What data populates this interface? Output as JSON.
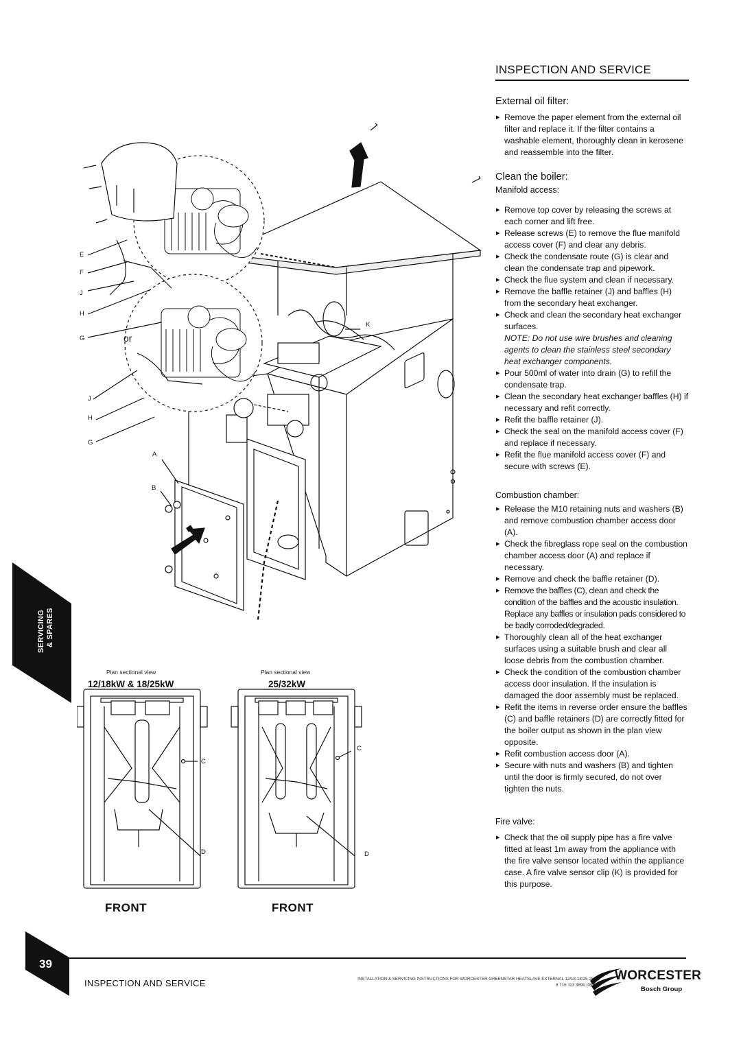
{
  "header": {
    "title": "INSPECTION AND SERVICE"
  },
  "external_filter": {
    "heading": "External oil filter:",
    "steps": [
      "Remove the paper element from the external oil filter and replace it. If the filter contains a washable element, thoroughly clean in kerosene and reassemble into the filter."
    ]
  },
  "clean_boiler": {
    "heading": "Clean the boiler:",
    "manifold": {
      "heading": "Manifold access:",
      "steps": [
        "Remove top cover by releasing the screws at each corner and lift free.",
        "Release screws (E) to remove the flue manifold access cover (F) and clear any debris.",
        "Check the condensate route (G) is clear and clean the condensate trap and pipework.",
        "Check the flue system and clean if necessary.",
        "Remove the baffle retainer (J) and baffles (H) from the secondary heat exchanger.",
        "Check and clean the secondary heat exchanger surfaces."
      ],
      "note": "NOTE: Do not use wire brushes and cleaning agents to clean the stainless steel secondary heat exchanger components.",
      "steps2": [
        "Pour 500ml of water into drain (G) to refill the condensate trap.",
        "Clean the secondary heat exchanger baffles (H) if necessary and refit correctly.",
        "Refit the baffle retainer (J).",
        "Check the seal on the manifold access cover (F) and replace if necessary.",
        "Refit the flue manifold access cover (F) and secure with screws (E)."
      ]
    },
    "combustion": {
      "heading": "Combustion chamber:",
      "steps": [
        "Release the M10 retaining nuts and washers (B) and remove combustion chamber access door (A).",
        "Check the fibreglass rope seal on the combustion chamber access door (A) and replace if necessary.",
        "Remove and check the baffle retainer (D).",
        "Remove the baffles (C), clean and check the condition of the baffles and the acoustic insulation. Replace any baffles or insulation pads considered to be badly corroded/degraded.",
        "Thoroughly clean all of the heat exchanger surfaces using a suitable brush and clear all loose debris from the combustion chamber.",
        "Check the condition of the combustion chamber access door insulation. If the insulation is damaged the door assembly must be replaced.",
        "Refit the items in reverse order ensure the baffles (C) and baffle retainers (D) are correctly fitted for the boiler output as shown in the plan view opposite.",
        "Refit combustion access door (A).",
        "Secure with nuts and washers (B) and tighten until the door is firmly secured, do not over tighten the nuts."
      ]
    },
    "fire_valve": {
      "heading": "Fire valve:",
      "steps": [
        "Check that the oil supply pipe has a fire valve fitted at least 1m away from the appliance with the fire valve sensor located within the appliance case. A fire valve sensor clip (K) is provided for this purpose."
      ]
    }
  },
  "figure": {
    "labels": {
      "E": "E",
      "F": "F",
      "J": "J",
      "H": "H",
      "G": "G",
      "or": "or",
      "K": "K",
      "A": "A",
      "B": "B",
      "C": "C",
      "D": "D"
    },
    "plan_left": {
      "caption": "Plan sectional view",
      "title": "12/18kW & 18/25kW",
      "front": "FRONT"
    },
    "plan_right": {
      "caption": "Plan sectional view",
      "title": "25/32kW",
      "front": "FRONT"
    }
  },
  "side_tab": {
    "line1": "SERVICING",
    "line2": "& SPARES"
  },
  "footer": {
    "page_number": "39",
    "section": "INSPECTION AND SERVICE",
    "doc_title": "INSTALLATION & SERVICING INSTRUCTIONS FOR WORCESTER GREENSTAR HEATSLAVE EXTERNAL 12/18-18/25-25/32",
    "doc_code": "8 716 113 389b (09/07)",
    "brand": "WORCESTER",
    "group": "Bosch Group"
  }
}
